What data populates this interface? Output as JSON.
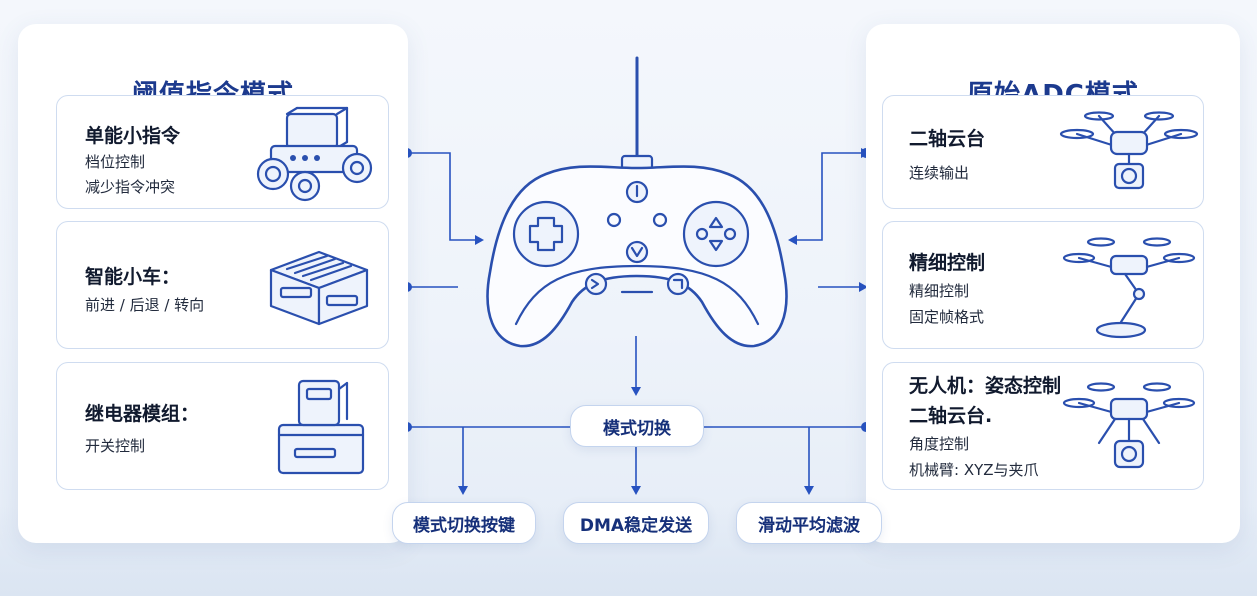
{
  "left_panel": {
    "title": "阈值指令模式",
    "cards": [
      {
        "title": "单能小指令",
        "lines": [
          "档位控制",
          "减少指令冲突"
        ],
        "icon": "robot-car-icon"
      },
      {
        "title": "智能小车：",
        "lines": [
          "前进 / 后退 / 转向"
        ],
        "icon": "control-module-icon"
      },
      {
        "title": "继电器模组：",
        "lines": [
          "开关控制"
        ],
        "icon": "relay-module-icon"
      }
    ]
  },
  "right_panel": {
    "title": "原始ADC模式",
    "cards": [
      {
        "title": "二轴云台",
        "lines": [
          "连续输出"
        ],
        "icon": "gimbal-drone-icon"
      },
      {
        "title": "精细控制",
        "lines": [
          "精细控制",
          "固定帧格式"
        ],
        "icon": "robotic-arm-drone-icon"
      },
      {
        "title": "无人机：姿态控制",
        "title2": "二轴云台.",
        "lines": [
          "角度控制",
          "机械臂: XYZ与夹爪"
        ],
        "icon": "camera-drone-icon"
      }
    ]
  },
  "center": {
    "controller_icon": "gamepad-icon",
    "mode_switch_label": "模式切换",
    "bottom_labels": [
      "模式切换按键",
      "DMA稳定发送",
      "滑动平均滤波"
    ]
  }
}
